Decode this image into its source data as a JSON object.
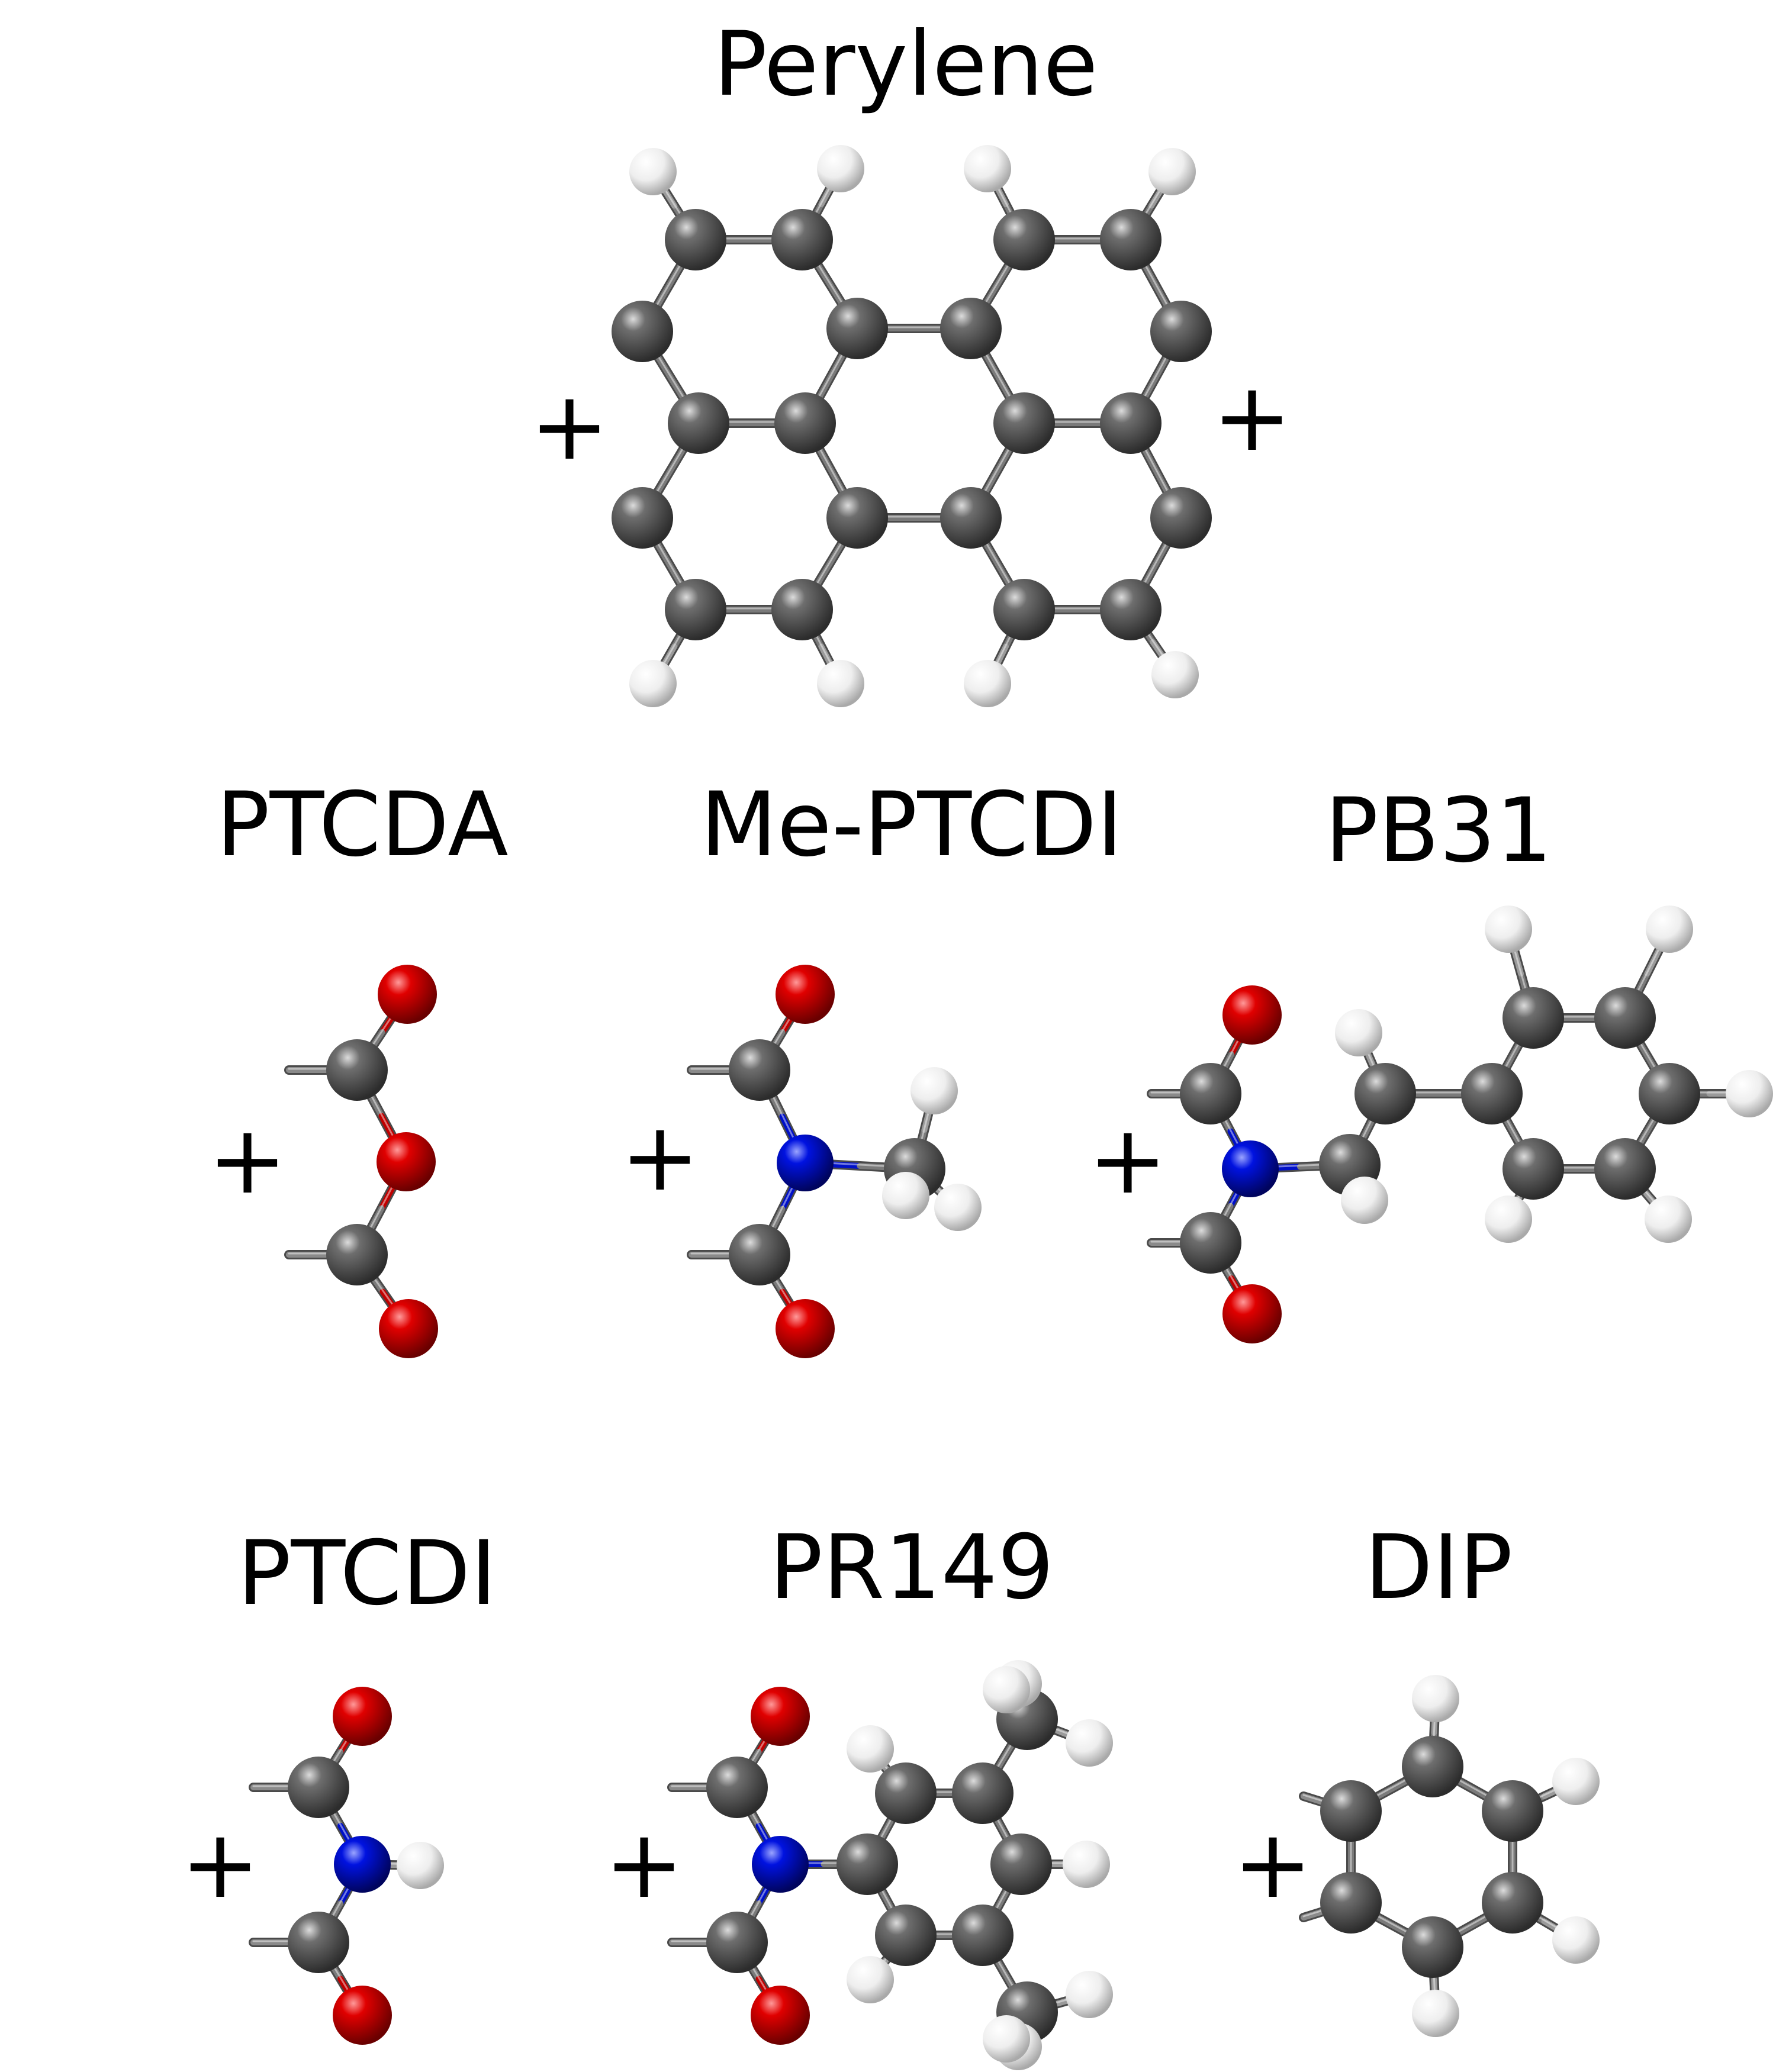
{
  "labels": {
    "perylene": "Perylene",
    "ptcda": "PTCDA",
    "me_ptcdi": "Me-PTCDI",
    "pb31": "PB31",
    "ptcdi": "PTCDI",
    "pr149": "PR149",
    "dip": "DIP",
    "plus": "+"
  },
  "atom_colors": {
    "carbon": "#5f5f5f",
    "hydrogen": "#f0f0f0",
    "oxygen": "#d40000",
    "nitrogen": "#0010d8",
    "bond": "#8a8a8a"
  }
}
